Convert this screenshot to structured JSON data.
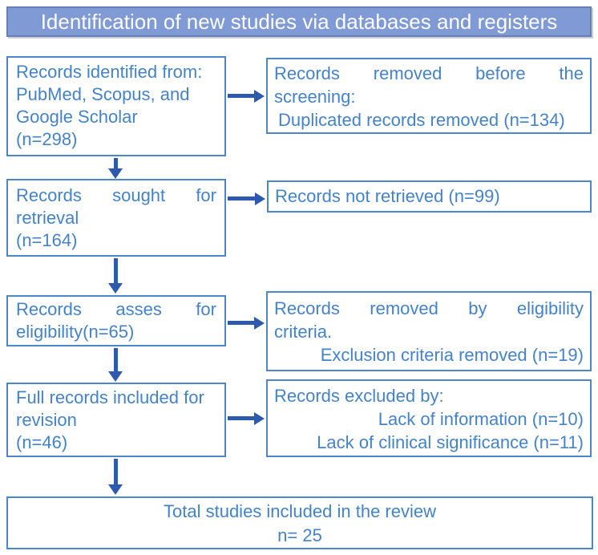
{
  "header": {
    "title": "Identification of new studies via databases and registers"
  },
  "boxes": {
    "identified": {
      "lines": [
        "Records identified from:",
        "PubMed, Scopus, and",
        "Google Scholar",
        "(n=298)"
      ]
    },
    "removed_before_screening": {
      "lines": [
        "Records removed before the",
        "screening:",
        "Duplicated records removed (n=134)"
      ]
    },
    "sought_for_retrieval": {
      "lines": [
        "Records sought for",
        "retrieval",
        "(n=164)"
      ]
    },
    "not_retrieved": {
      "lines": [
        "Records not retrieved (n=99)"
      ]
    },
    "assessed_for_eligibility": {
      "lines": [
        "Records asses for",
        "eligibility(n=65)"
      ]
    },
    "removed_by_eligibility": {
      "lines": [
        "Records removed by eligibility",
        "criteria.",
        "Exclusion criteria removed (n=19)"
      ]
    },
    "included_for_revision": {
      "lines": [
        "Full records included for",
        "revision",
        "(n=46)"
      ]
    },
    "excluded_by": {
      "lines": [
        "Records excluded by:",
        "Lack of information (n=10)",
        "Lack of clinical significance (n=11)"
      ]
    },
    "total_included": {
      "lines": [
        "Total studies included in the review",
        "n= 25"
      ]
    }
  },
  "colors": {
    "header_fill": "#7f9ad4",
    "header_border": "#687fb3",
    "header_text": "#fdfdfd",
    "box_border": "#4c87c8",
    "box_text": "#4583c8",
    "arrow": "#2d5aad"
  }
}
